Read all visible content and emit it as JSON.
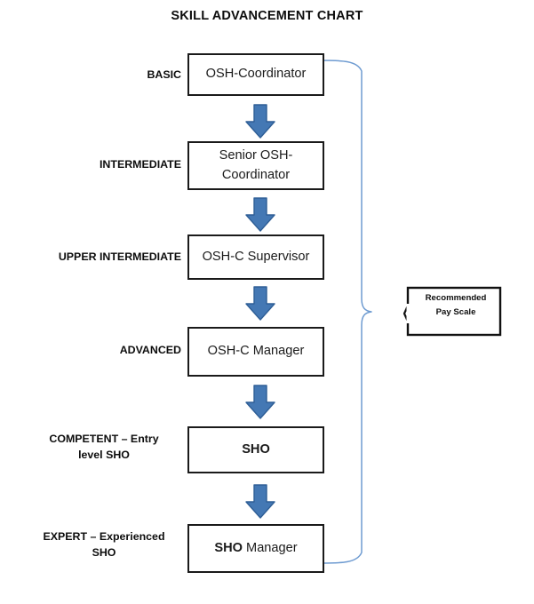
{
  "title": "SKILL ADVANCEMENT CHART",
  "colors": {
    "arrow_fill": "#4478B4",
    "arrow_stroke": "#2E5E96",
    "box_border": "#1a1a1a",
    "brace_line": "#6E9BD1",
    "text": "#0d0d0d",
    "background": "#ffffff"
  },
  "levels": [
    {
      "label": "BASIC",
      "label_lines": [
        "BASIC"
      ],
      "role": "OSH-Coordinator",
      "role_bold_prefix": "",
      "role_rest": "OSH-Coordinator"
    },
    {
      "label": "INTERMEDIATE",
      "label_lines": [
        "INTERMEDIATE"
      ],
      "role": "Senior OSH-Coordinator",
      "role_bold_prefix": "",
      "role_rest": "Senior OSH-Coordinator"
    },
    {
      "label": "UPPER INTERMEDIATE",
      "label_lines": [
        "UPPER INTERMEDIATE"
      ],
      "role": "OSH-C Supervisor",
      "role_bold_prefix": "",
      "role_rest": "OSH-C Supervisor"
    },
    {
      "label": "ADVANCED",
      "label_lines": [
        "ADVANCED"
      ],
      "role": "OSH-C Manager",
      "role_bold_prefix": "",
      "role_rest": "OSH-C Manager"
    },
    {
      "label": "COMPETENT – Entry level SHO",
      "label_lines": [
        "COMPETENT – Entry",
        "level SHO"
      ],
      "role": "SHO",
      "role_bold_prefix": "SHO",
      "role_rest": ""
    },
    {
      "label": "EXPERT – Experienced SHO",
      "label_lines": [
        "EXPERT – Experienced",
        "SHO"
      ],
      "role": "SHO Manager",
      "role_bold_prefix": "SHO",
      "role_rest": " Manager"
    }
  ],
  "arrows": {
    "icon": "arrow-down-icon",
    "count": 5
  },
  "brace": {
    "icon": "curly-brace-right-icon",
    "spans_levels": "BASIC to EXPERT"
  },
  "callout": {
    "line1": "Recommended",
    "line2": "Pay Scale",
    "text": "Recommended Pay Scale"
  }
}
